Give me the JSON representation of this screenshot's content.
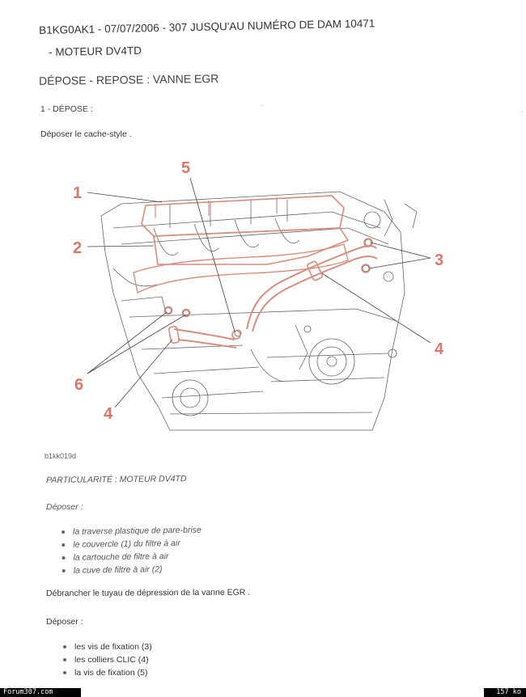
{
  "document": {
    "header_line1": "B1KG0AK1 - 07/07/2006 - 307 JUSQU'AU NUMÉRO DE DAM 10471",
    "header_line2": "- MOTEUR DV4TD",
    "title": "DÉPOSE - REPOSE : VANNE EGR",
    "section": "1 - DÉPOSE :",
    "intro": "Déposer le cache-style .",
    "figure": {
      "callouts": [
        "1",
        "2",
        "3",
        "4",
        "4",
        "5",
        "6"
      ],
      "caption": "b1kk019d",
      "colors": {
        "callout": "#d8786a",
        "drawing": "#555555",
        "highlight": "#d98c7c"
      }
    },
    "particularite": "PARTICULARITÉ : MOTEUR DV4TD",
    "deposer_italic": "Déposer :",
    "list1": [
      "la traverse plastique de pare-brise",
      "le couvercle (1) du filtre à air",
      "la cartouche de filtre à air",
      "la cuve de filtre à air (2)"
    ],
    "para": "Débrancher le tuyau de dépression de la vanne EGR .",
    "deposer": "Déposer :",
    "list2": [
      "les vis de fixation (3)",
      "les colliers CLIC (4)",
      "la vis de fixation (5)"
    ]
  },
  "footer": {
    "left": "Forum307.com",
    "right": "157 ko"
  }
}
